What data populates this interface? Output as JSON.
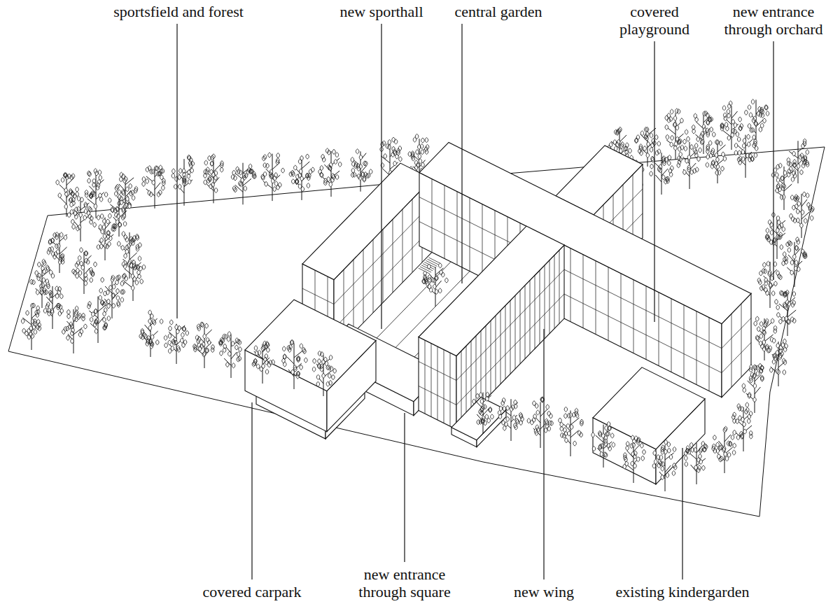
{
  "diagram": {
    "labels": [
      "sportsfield and forest",
      "new sporthall",
      "central garden",
      "covered playground",
      "new entrance through orchard",
      "covered carpark",
      "new entrance through square",
      "new wing",
      "existing kindergarden"
    ]
  }
}
